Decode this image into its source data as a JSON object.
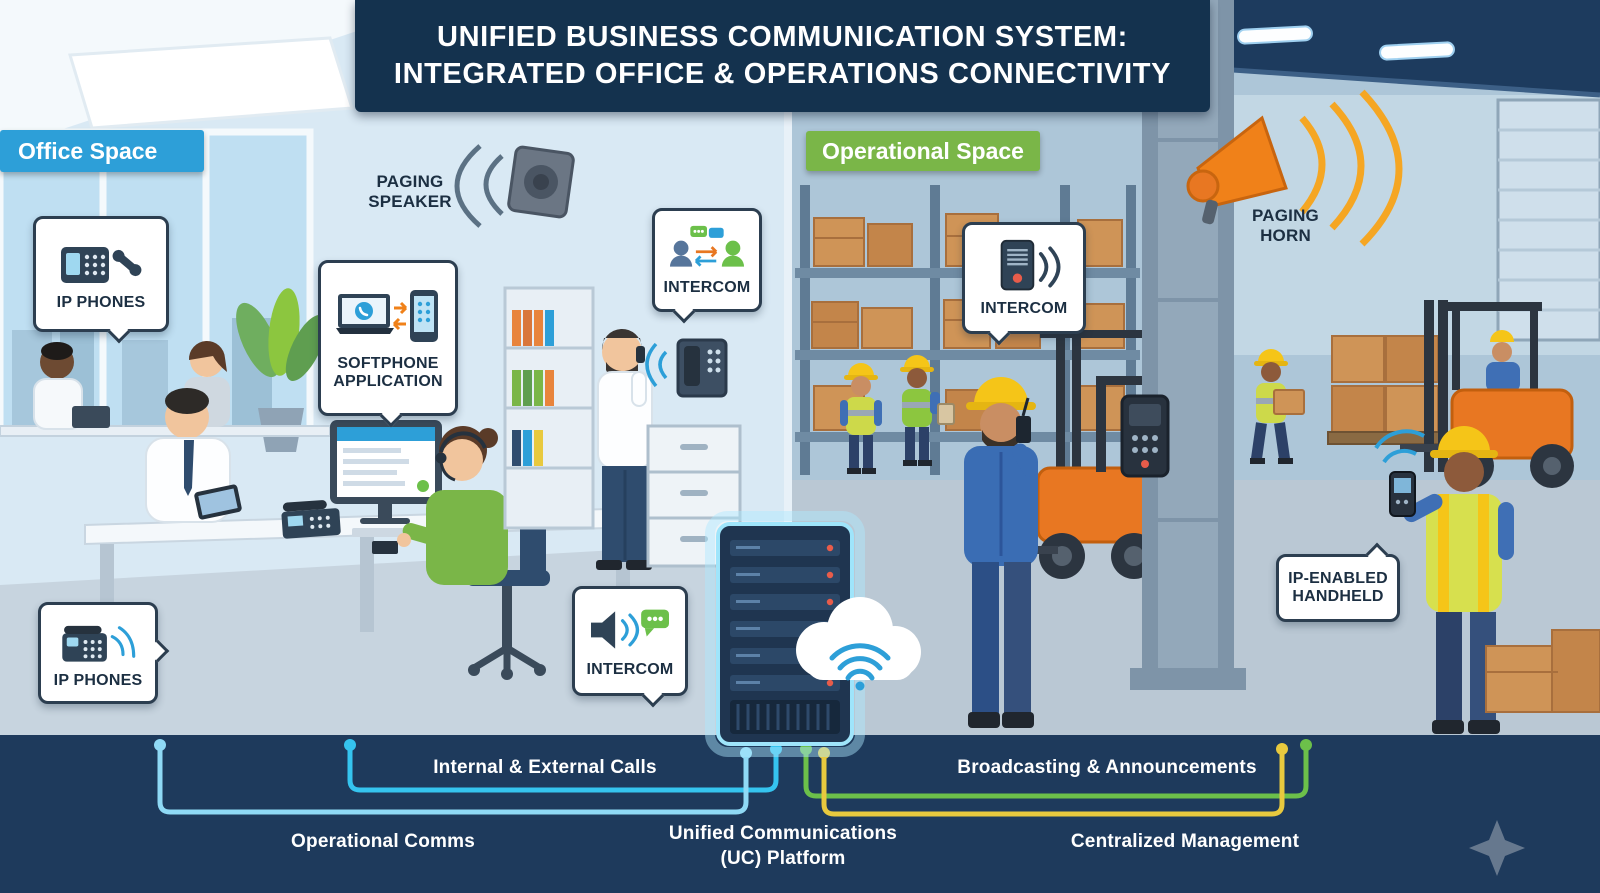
{
  "title": {
    "line1": "UNIFIED BUSINESS COMMUNICATION SYSTEM:",
    "line2": "INTEGRATED OFFICE & OPERATIONS CONNECTIVITY"
  },
  "zones": {
    "office_label": "Office Space",
    "operational_label": "Operational Space"
  },
  "callouts": {
    "ip_phones_top": "IP PHONES",
    "softphone_application": "SOFTPHONE APPLICATION",
    "paging_speaker": "PAGING SPEAKER",
    "intercom_office_top": "INTERCOM",
    "ip_phones_bottom": "IP PHONES",
    "intercom_office_bottom": "INTERCOM",
    "intercom_warehouse": "INTERCOM",
    "paging_horn": "PAGING HORN",
    "ip_enabled_handheld": "IP-ENABLED HANDHELD"
  },
  "connections": {
    "internal_external_calls": "Internal & External Calls",
    "operational_comms": "Operational Comms",
    "uc_platform_line1": "Unified Communications",
    "uc_platform_line2": "(UC) Platform",
    "broadcasting_announcements": "Broadcasting & Announcements",
    "centralized_management": "Centralized Management"
  },
  "colors": {
    "banner_navy": "#14324e",
    "office_zone_blue": "#2d9fd8",
    "operational_zone_green": "#7ab648",
    "band_navy": "#1e3a5c",
    "line_cyan": "#35c4ef",
    "line_light_blue": "#8fd9f5",
    "line_green": "#6cc04a",
    "line_yellow": "#e8c93e",
    "horn_orange": "#f08119",
    "server_navy": "#1f3550"
  }
}
